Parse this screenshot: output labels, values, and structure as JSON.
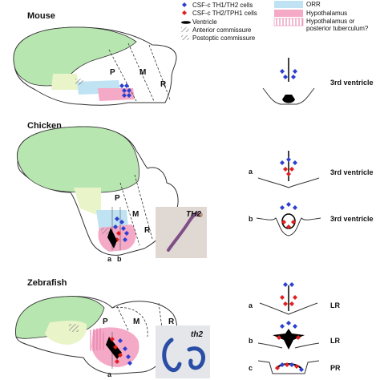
{
  "colors": {
    "forebrain": "#b8e6b0",
    "midbrain_light": "#e9f4c9",
    "orr": "#bfe3f3",
    "hypothalamus": "#f4a9c6",
    "th1_th2": "#2b3fd1",
    "th2_tph1": "#e01f1f",
    "ventricle": "#000000",
    "outline": "#333333",
    "stain_chicken": "#7e4f86",
    "stain_zebrafish": "#2a4ea6"
  },
  "legend": {
    "th1_label": "CSF-c TH1/TH2 cells",
    "th2_label": "CSF-c TH2/TPH1 cells",
    "ventricle_label": "Ventricle",
    "ant_commissure_label": "Anterior commissure",
    "post_commissure_label": "Postoptic commissure",
    "orr_label": "ORR",
    "hypothalamus_label": "Hypothalamus",
    "hyp_or_pt_label": "Hypothalamus or posterior tuberculum?"
  },
  "panels": {
    "mouse": {
      "title": "Mouse",
      "region_p": "P",
      "region_m": "M",
      "region_r": "R",
      "section_label": "3rd ventricle"
    },
    "chicken": {
      "title": "Chicken",
      "region_p": "P",
      "region_m": "M",
      "region_r": "R",
      "cut_a": "a",
      "cut_b": "b",
      "inset_label": "TH2",
      "section_a_letter": "a",
      "section_a_label": "3rd ventricle",
      "section_b_letter": "b",
      "section_b_label": "3rd ventricle"
    },
    "zebrafish": {
      "title": "Zebrafish",
      "region_p": "P",
      "region_m": "M",
      "region_r": "R",
      "cut_a": "a",
      "inset_label": "th2",
      "section_a_letter": "a",
      "section_a_label": "LR",
      "section_b_letter": "b",
      "section_b_label": "LR",
      "section_c_letter": "c",
      "section_c_label": "PR"
    }
  }
}
